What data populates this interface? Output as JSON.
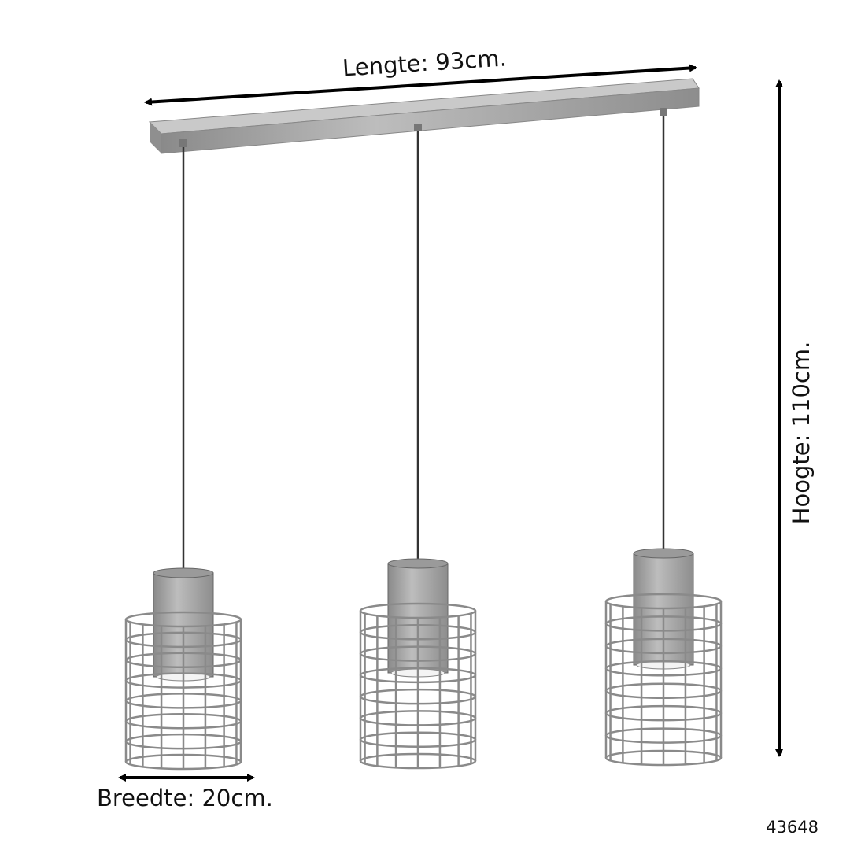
{
  "dimensions": {
    "length_label": "Lengte: 93cm.",
    "height_label": "Hoogte: 110cm.",
    "width_label": "Breedte: 20cm."
  },
  "product_code": "43648",
  "colors": {
    "metal": "#a9a9a9",
    "metal_dark": "#7d7d7d",
    "cord": "#333333",
    "arrow": "#000000"
  },
  "lamps": [
    {
      "name": "left"
    },
    {
      "name": "center"
    },
    {
      "name": "right"
    }
  ]
}
